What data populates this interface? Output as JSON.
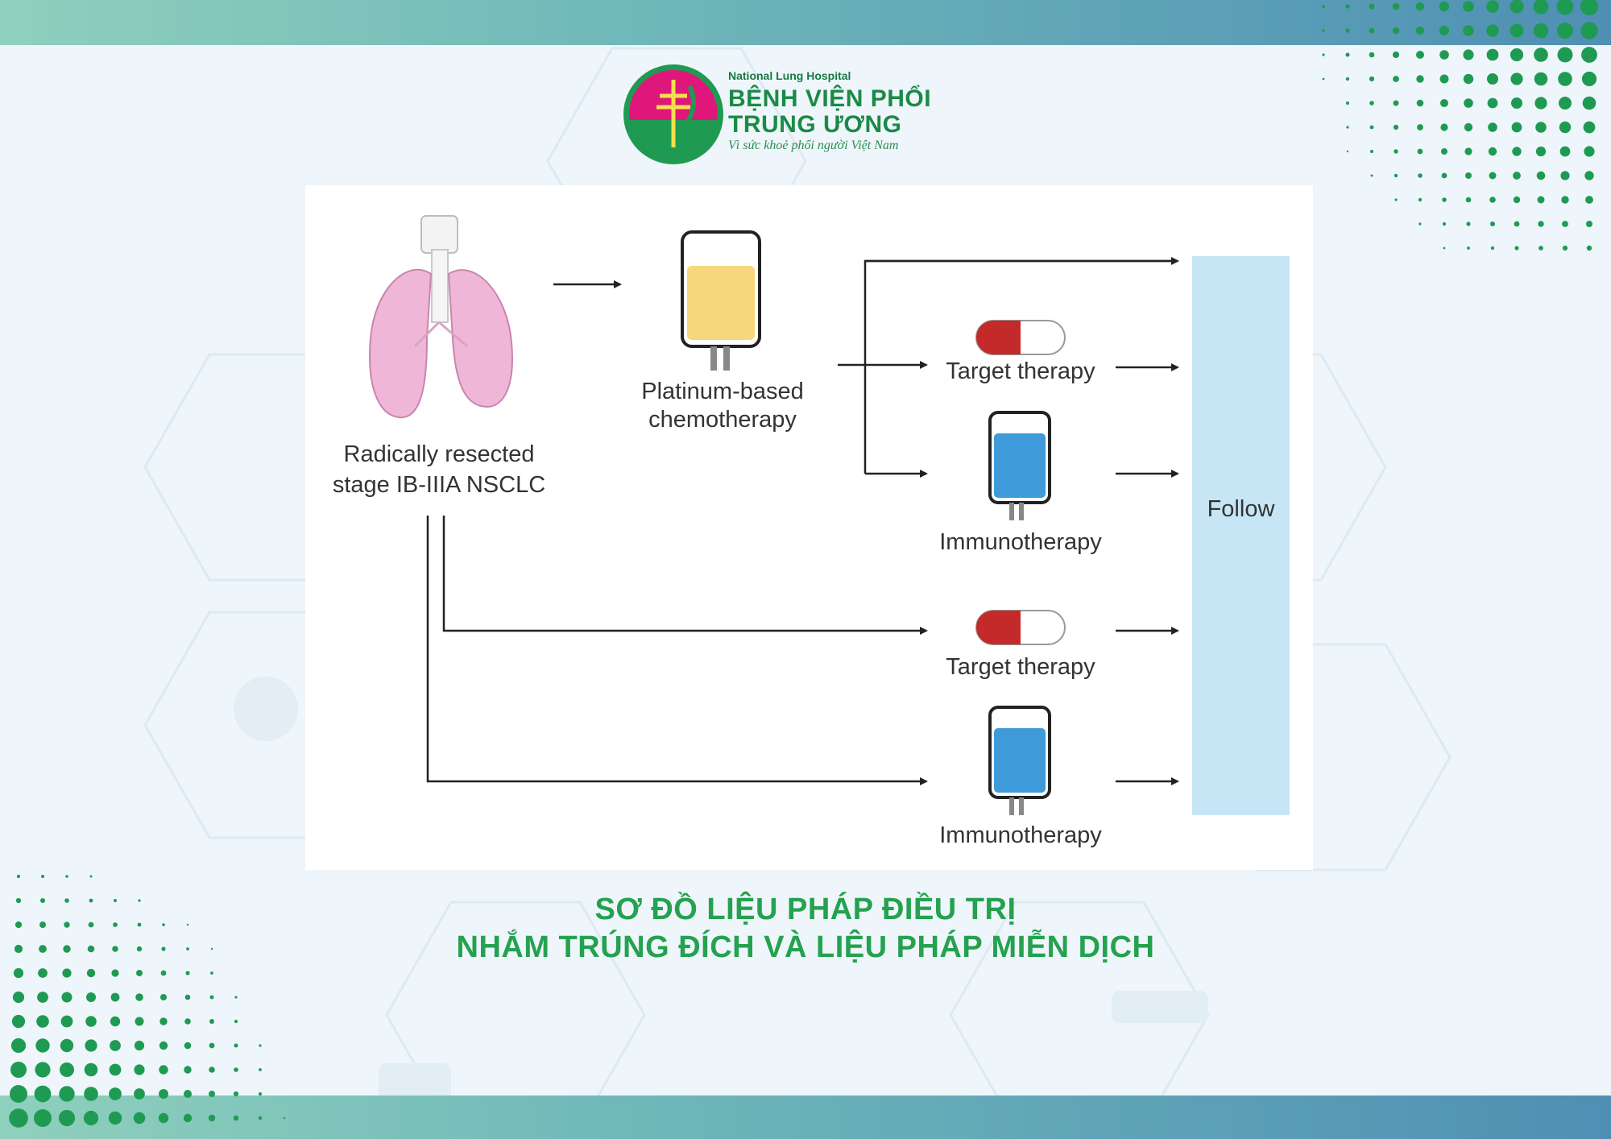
{
  "logo": {
    "top_line": "National Lung Hospital",
    "name_line1": "BỆNH VIỆN PHỔI",
    "name_line2": "TRUNG ƯƠNG",
    "slogan": "Vì sức khoẻ phổi người Việt Nam"
  },
  "diagram": {
    "start_label_line1": "Radically resected",
    "start_label_line2": "stage IB-IIIA NSCLC",
    "chemo_label_line1": "Platinum-based",
    "chemo_label_line2": "chemotherapy",
    "target_label_1": "Target therapy",
    "immuno_label_1": "Immunotherapy",
    "target_label_2": "Target therapy",
    "immuno_label_2": "Immunotherapy",
    "follow_label": "Follow"
  },
  "caption": {
    "line1": "SƠ ĐỒ LIỆU PHÁP ĐIỀU TRỊ",
    "line2": "NHẮM TRÚNG ĐÍCH VÀ LIỆU PHÁP MIỄN DỊCH"
  },
  "colors": {
    "brand_green": "#24a24f",
    "follow_box": "#c7e6f5",
    "chemo_bag": "#f6d77c",
    "immuno_bag": "#3e9ad8",
    "pill_red": "#c42a2a",
    "lung_pink": "#f0b6d8"
  }
}
